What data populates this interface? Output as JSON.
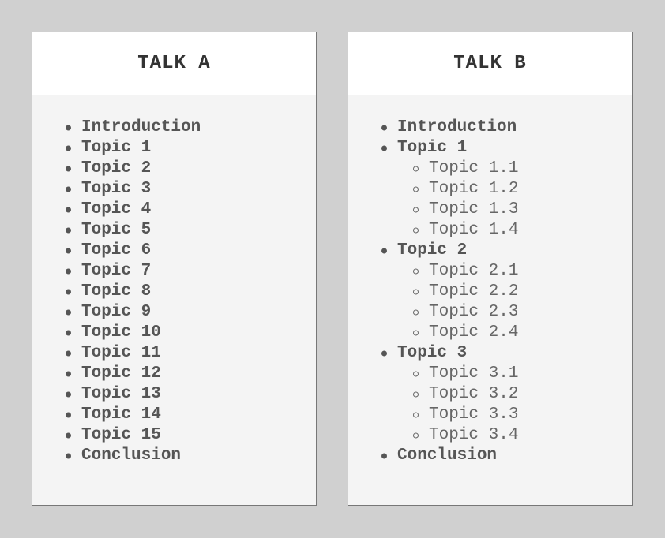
{
  "talk_a": {
    "title": "TALK A",
    "items": [
      {
        "label": "Introduction",
        "level": 1
      },
      {
        "label": "Topic 1",
        "level": 1
      },
      {
        "label": "Topic 2",
        "level": 1
      },
      {
        "label": "Topic 3",
        "level": 1
      },
      {
        "label": "Topic 4",
        "level": 1
      },
      {
        "label": "Topic 5",
        "level": 1
      },
      {
        "label": "Topic 6",
        "level": 1
      },
      {
        "label": "Topic 7",
        "level": 1
      },
      {
        "label": "Topic 8",
        "level": 1
      },
      {
        "label": "Topic 9",
        "level": 1
      },
      {
        "label": "Topic 10",
        "level": 1
      },
      {
        "label": "Topic 11",
        "level": 1
      },
      {
        "label": "Topic 12",
        "level": 1
      },
      {
        "label": "Topic 13",
        "level": 1
      },
      {
        "label": "Topic 14",
        "level": 1
      },
      {
        "label": "Topic 15",
        "level": 1
      },
      {
        "label": "Conclusion",
        "level": 1
      }
    ]
  },
  "talk_b": {
    "title": "TALK B",
    "items": [
      {
        "label": "Introduction",
        "level": 1
      },
      {
        "label": "Topic 1",
        "level": 1
      },
      {
        "label": "Topic 1.1",
        "level": 2
      },
      {
        "label": "Topic 1.2",
        "level": 2
      },
      {
        "label": "Topic 1.3",
        "level": 2
      },
      {
        "label": "Topic 1.4",
        "level": 2
      },
      {
        "label": "Topic 2",
        "level": 1
      },
      {
        "label": "Topic 2.1",
        "level": 2
      },
      {
        "label": "Topic 2.2",
        "level": 2
      },
      {
        "label": "Topic 2.3",
        "level": 2
      },
      {
        "label": "Topic 2.4",
        "level": 2
      },
      {
        "label": "Topic 3",
        "level": 1
      },
      {
        "label": "Topic 3.1",
        "level": 2
      },
      {
        "label": "Topic 3.2",
        "level": 2
      },
      {
        "label": "Topic 3.3",
        "level": 2
      },
      {
        "label": "Topic 3.4",
        "level": 2
      },
      {
        "label": "Conclusion",
        "level": 1
      }
    ]
  }
}
